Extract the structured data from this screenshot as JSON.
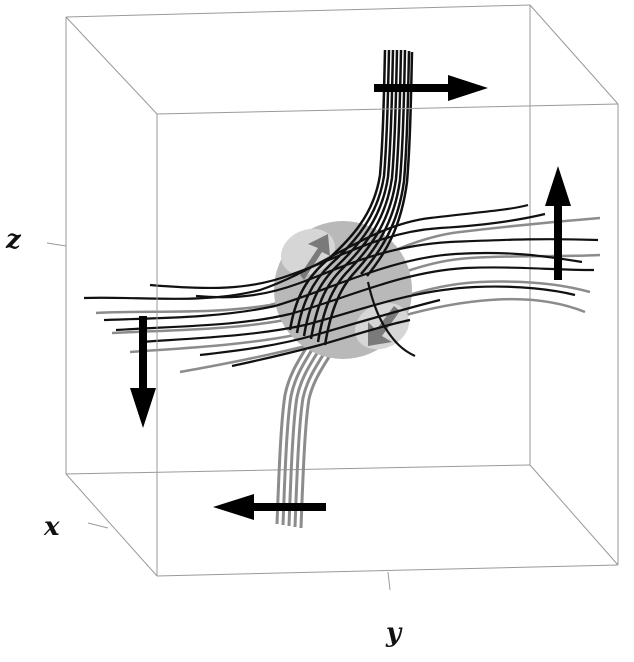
{
  "axes": {
    "x": "x",
    "y": "y",
    "z": "z"
  },
  "colors": {
    "box_edge": "#9a9a9a",
    "field_dark": "#111111",
    "field_grey": "#8c8c8c",
    "sphere": "#b9b9b9",
    "vortex": "#d6d6d6",
    "vortex_arrow": "#7a7a7a",
    "arrow": "#000000"
  }
}
